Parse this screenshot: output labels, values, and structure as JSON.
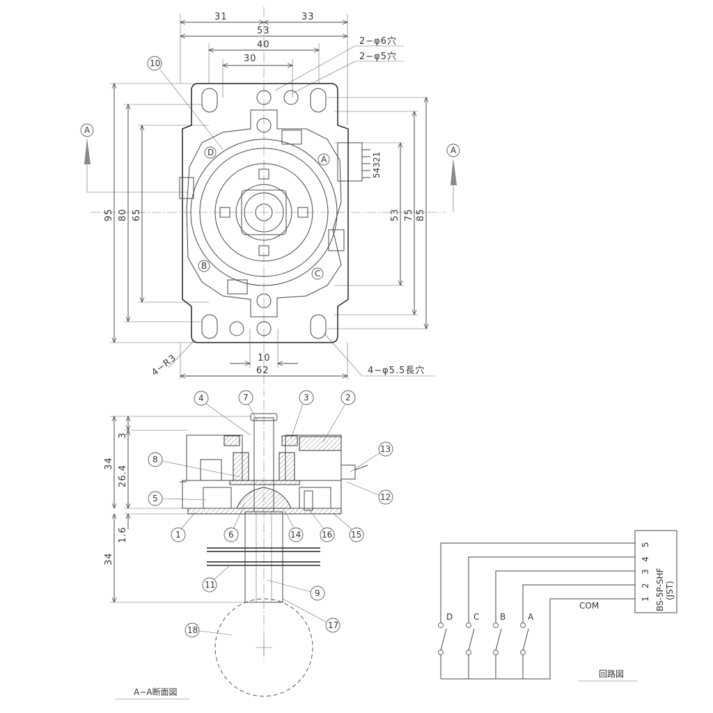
{
  "top_view": {
    "dims_top": [
      "31",
      "33",
      "53",
      "40",
      "30"
    ],
    "dims_bottom": [
      "10",
      "62"
    ],
    "dims_left": [
      "95",
      "80",
      "65"
    ],
    "dims_right": [
      "53",
      "75",
      "85"
    ],
    "notes": [
      "2−φ6穴",
      "2−φ5穴",
      "4−R3",
      "4−φ5.5長穴"
    ],
    "section_marker": "A",
    "switch_marks": [
      "D",
      "A",
      "B",
      "C"
    ],
    "connector_pins": "54321",
    "callout": "10"
  },
  "section_view": {
    "title": "A−A断面図",
    "dims": [
      "3",
      "34",
      "26.4",
      "1.6",
      "34"
    ],
    "callouts": [
      "4",
      "7",
      "3",
      "2",
      "13",
      "8",
      "5",
      "12",
      "1",
      "6",
      "14",
      "16",
      "15",
      "11",
      "9",
      "17",
      "18"
    ]
  },
  "circuit": {
    "title": "回路図",
    "connector": "BS-5P-SHF",
    "connector_sub": "(JST)",
    "pins": [
      "5",
      "4",
      "3",
      "2",
      "1"
    ],
    "switches": [
      "D",
      "C",
      "B",
      "A"
    ],
    "common": "COM"
  }
}
